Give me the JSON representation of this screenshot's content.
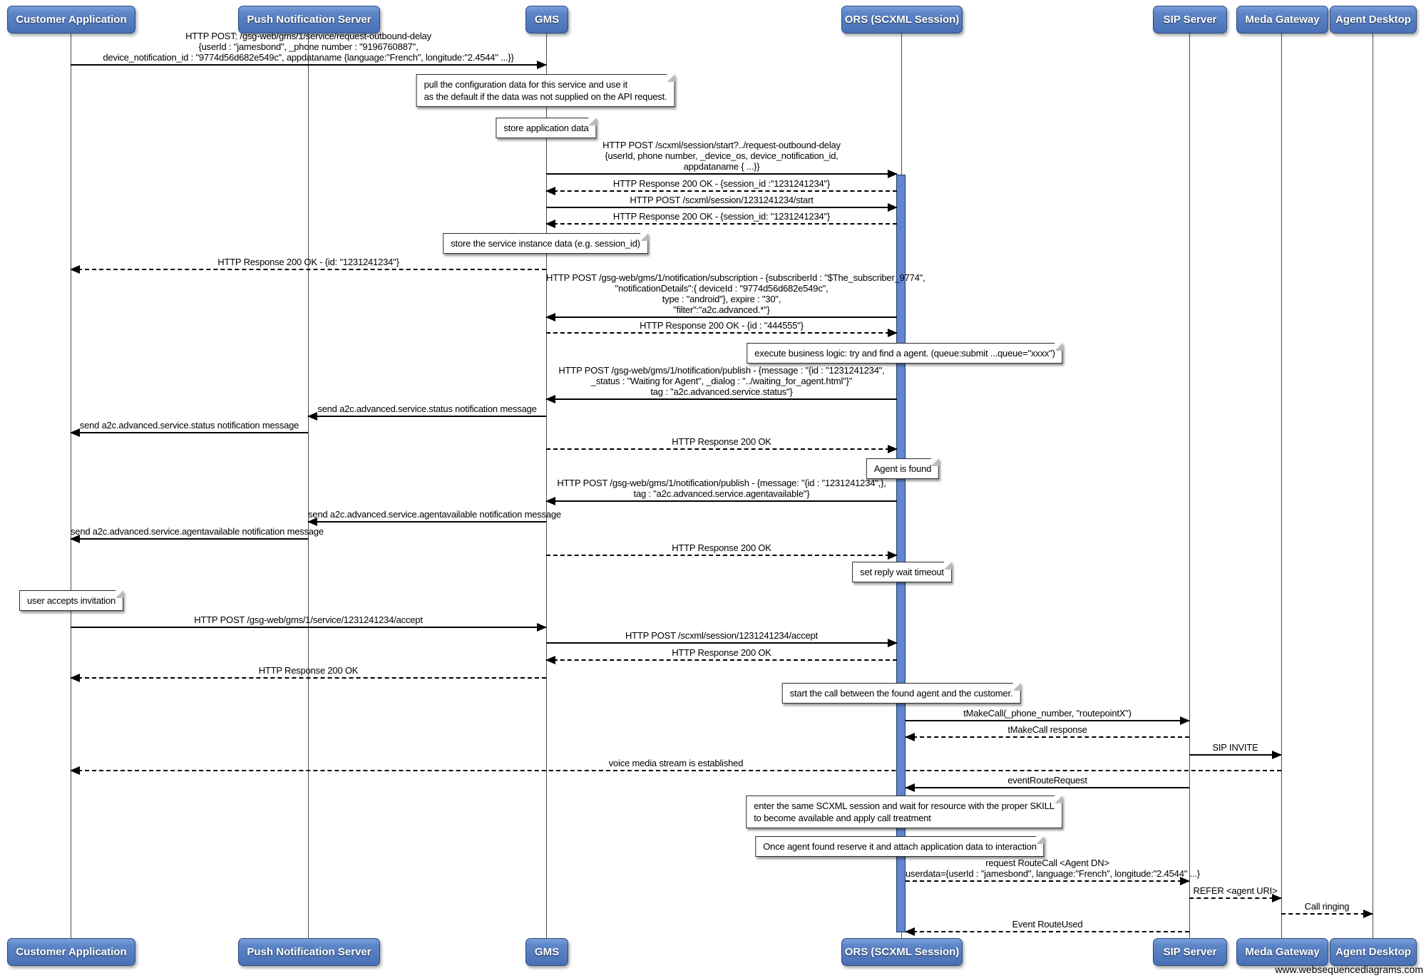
{
  "actors": [
    {
      "name": "Customer Application"
    },
    {
      "name": "Push Notification Server"
    },
    {
      "name": "GMS"
    },
    {
      "name": "ORS (SCXML Session)"
    },
    {
      "name": "SIP Server"
    },
    {
      "name": "Meda Gateway"
    },
    {
      "name": "Agent Desktop"
    }
  ],
  "messages": [
    {
      "text": "HTTP POST: /gsg-web/gms/1/service/request-outbound-delay\n{userId : \"jamesbond\", _phone number : \"9196760887\",\ndevice_notification_id : \"9774d56d682e549c\", appdataname {language:\"French\", longitude:\"2.4544\" ...}}"
    },
    {
      "text": "HTTP POST /scxml/session/start?../request-outbound-delay\n{userId, phone number, _device_os, device_notification_id,\nappdataname { ...}}"
    },
    {
      "text": "HTTP Response 200 OK - {session_id :\"1231241234\"}"
    },
    {
      "text": "HTTP POST /scxml/session/1231241234/start"
    },
    {
      "text": "HTTP Response 200 OK - {session_id: \"1231241234\"}"
    },
    {
      "text": "HTTP Response 200 OK - {id: \"1231241234\"}"
    },
    {
      "text": "HTTP POST /gsg-web/gms/1/notification/subscription - {subscriberId : \"$The_subscriber_9774\",\n\"notificationDetails\":{ deviceId : \"9774d56d682e549c\",\ntype : \"android\"}, expire : \"30\",\n\"filter\":\"a2c.advanced.*\"}"
    },
    {
      "text": "HTTP Response 200 OK - {id : \"444555\"}"
    },
    {
      "text": "HTTP POST /gsg-web/gms/1/notification/publish - {message : \"{id : \"1231241234\",\n_status : \"Waiting for Agent\", _dialog : \"../waiting_for_agent.html\"}\"\ntag : \"a2c.advanced.service.status\"}"
    },
    {
      "text": "send a2c.advanced.service.status notification message"
    },
    {
      "text": "send a2c.advanced.service.status notification message"
    },
    {
      "text": "HTTP Response 200 OK"
    },
    {
      "text": "HTTP POST /gsg-web/gms/1/notification/publish - {message: \"{id : \"1231241234\",},\ntag : \"a2c.advanced.service.agentavailable\"}"
    },
    {
      "text": "send a2c.advanced.service.agentavailable notification message"
    },
    {
      "text": "send a2c.advanced.service.agentavailable notification message"
    },
    {
      "text": "HTTP Response 200 OK"
    },
    {
      "text": "HTTP POST /gsg-web/gms/1/service/1231241234/accept"
    },
    {
      "text": "HTTP POST /scxml/session/1231241234/accept"
    },
    {
      "text": "HTTP Response 200 OK"
    },
    {
      "text": "HTTP Response 200 OK"
    },
    {
      "text": "tMakeCall(_phone_number, \"routepointX\")"
    },
    {
      "text": "tMakeCall response"
    },
    {
      "text": "SIP INVITE"
    },
    {
      "text": "voice media stream is established"
    },
    {
      "text": "eventRouteRequest"
    },
    {
      "text": "request RouteCall <Agent DN>\nuserdata={userId : \"jamesbond\", language:\"French\", longitude:\"2.4544\" ...}"
    },
    {
      "text": "REFER <agent URI>"
    },
    {
      "text": "Call ringing"
    },
    {
      "text": "Event RouteUsed"
    }
  ],
  "notes": [
    {
      "text": "pull the configuration data for this service and use it\nas the default if the data was not supplied on the API request."
    },
    {
      "text": "store application data"
    },
    {
      "text": "store the service instance data (e.g. session_id)"
    },
    {
      "text": "execute business logic: try and find a agent. (queue:submit ...queue=\"xxxx\")"
    },
    {
      "text": "Agent is found"
    },
    {
      "text": "set reply wait timeout"
    },
    {
      "text": "user accepts invitation"
    },
    {
      "text": "start the call between the found agent and the customer."
    },
    {
      "text": "enter the same SCXML session and wait for resource with the proper SKILL\nto become available and apply call treatment"
    },
    {
      "text": "Once agent found reserve it and attach application data to interaction"
    }
  ],
  "watermark": "www.websequencediagrams.com",
  "colors": {
    "actor_blue": "#4970b5",
    "activation_blue": "#6286cc",
    "line_black": "#000000"
  }
}
